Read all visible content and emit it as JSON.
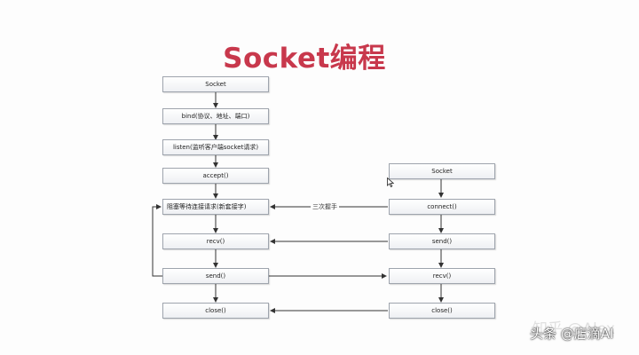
{
  "slide": {
    "title": "Socket编程"
  },
  "server": {
    "socket": "Socket",
    "bind": "bind(协议、地址、端口)",
    "listen": "listen(监听客户端socket请求)",
    "accept": "accept()",
    "blocking": "阻塞等待连接请求(新套接字)",
    "recv": "recv()",
    "send": "send()",
    "close": "close()"
  },
  "client": {
    "socket": "Socket",
    "connect": "connect()",
    "send": "send()",
    "recv": "recv()",
    "close": "close()"
  },
  "labels": {
    "handshake": "三次握手"
  },
  "watermark": {
    "faint": "知乎 @Alex",
    "main": "头条 @店滴AI"
  },
  "colors": {
    "title": "#c8384c",
    "box_border": "#9ea4ad",
    "arrow": "#333333"
  }
}
